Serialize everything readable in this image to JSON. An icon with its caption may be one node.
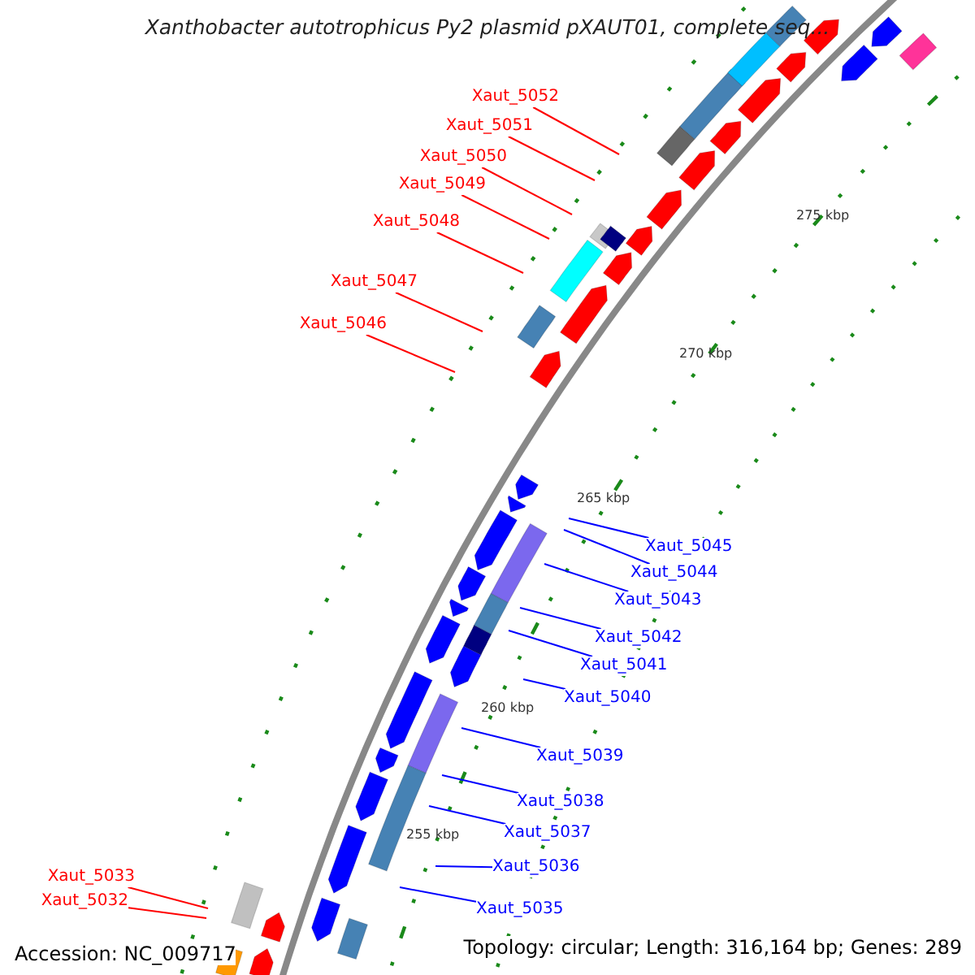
{
  "diagram": {
    "title": "Xanthobacter autotrophicus Py2 plasmid pXAUT01, complete seq...",
    "nodes": [
      {
        "text": [
          "Xaut_5052"
        ]
      },
      {
        "text": [
          "Xaut_5051"
        ]
      },
      {
        "text": [
          "Xaut_5050"
        ]
      },
      {
        "text": [
          "Xaut_5049"
        ]
      },
      {
        "text": [
          "Xaut_5048"
        ]
      },
      {
        "text": [
          "Xaut_5047"
        ]
      },
      {
        "text": [
          "Xaut_5046"
        ]
      },
      {
        "text": [
          "Xaut_5045"
        ]
      },
      {
        "text": [
          "Xaut_5044"
        ]
      },
      {
        "text": [
          "Xaut_5043"
        ]
      },
      {
        "text": [
          "Xaut_5042"
        ]
      },
      {
        "text": [
          "Xaut_5041"
        ]
      },
      {
        "text": [
          "Xaut_5040"
        ]
      },
      {
        "text": [
          "Xaut_5039"
        ]
      },
      {
        "text": [
          "Xaut_5038"
        ]
      },
      {
        "text": [
          "Xaut_5037"
        ]
      },
      {
        "text": [
          "Xaut_5036"
        ]
      },
      {
        "text": [
          "Xaut_5035"
        ]
      },
      {
        "text": [
          "Xaut_5033"
        ]
      },
      {
        "text": [
          "Xaut_5032"
        ]
      }
    ],
    "edges": [
      {
        "from": 0,
        "to": null,
        "arrow": "none",
        "color": "#ff0000"
      },
      {
        "from": 1,
        "to": null,
        "arrow": "none",
        "color": "#ff0000"
      },
      {
        "from": 2,
        "to": null,
        "arrow": "none",
        "color": "#ff0000"
      },
      {
        "from": 3,
        "to": null,
        "arrow": "none",
        "color": "#ff0000"
      },
      {
        "from": 4,
        "to": null,
        "arrow": "none",
        "color": "#ff0000"
      },
      {
        "from": 5,
        "to": null,
        "arrow": "none",
        "color": "#ff0000"
      },
      {
        "from": 6,
        "to": null,
        "arrow": "none",
        "color": "#ff0000"
      },
      {
        "from": 7,
        "to": null,
        "arrow": "none"
      },
      {
        "from": 8,
        "to": null,
        "arrow": "none"
      },
      {
        "from": 9,
        "to": null,
        "arrow": "none"
      },
      {
        "from": 10,
        "to": null,
        "arrow": "none"
      },
      {
        "from": 11,
        "to": null,
        "arrow": "none"
      },
      {
        "from": 12,
        "to": null,
        "arrow": "none"
      },
      {
        "from": 13,
        "to": null,
        "arrow": "none"
      },
      {
        "from": 14,
        "to": null,
        "arrow": "none"
      },
      {
        "from": 15,
        "to": null,
        "arrow": "none"
      },
      {
        "from": 16,
        "to": null,
        "arrow": "none"
      },
      {
        "from": 17,
        "to": null,
        "arrow": "none"
      },
      {
        "from": 18,
        "to": null,
        "arrow": "none",
        "color": "#ff0000"
      },
      {
        "from": 19,
        "to": null,
        "arrow": "none",
        "color": "#ff0000"
      }
    ],
    "labels": [
      "275 kbp",
      "270 kbp",
      "265 kbp",
      "260 kbp",
      "255 kbp",
      "Accession: NC_009717",
      "Topology: circular; Length: 316,164 bp; Genes: 289"
    ]
  }
}
